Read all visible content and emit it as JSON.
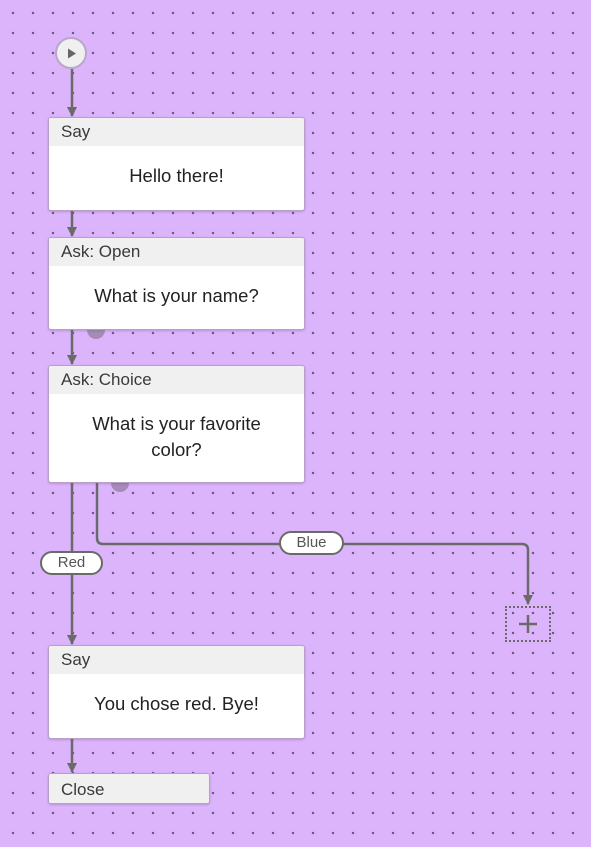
{
  "start": {
    "icon": "play-icon"
  },
  "nodes": [
    {
      "type": "Say",
      "text": "Hello there!"
    },
    {
      "type": "Ask: Open",
      "text": "What is your name?"
    },
    {
      "type": "Ask: Choice",
      "text": "What is your favorite color?"
    },
    {
      "type": "Say",
      "text": "You chose red. Bye!"
    },
    {
      "type": "Close",
      "text": ""
    }
  ],
  "edges": {
    "red_label": "Red",
    "blue_label": "Blue"
  },
  "add_node": {
    "icon": "plus-icon"
  },
  "colors": {
    "canvas": "#dbb4fc",
    "connector": "#6a6a6a",
    "node_header": "#f0f0f0",
    "port": "#a58bb6"
  }
}
